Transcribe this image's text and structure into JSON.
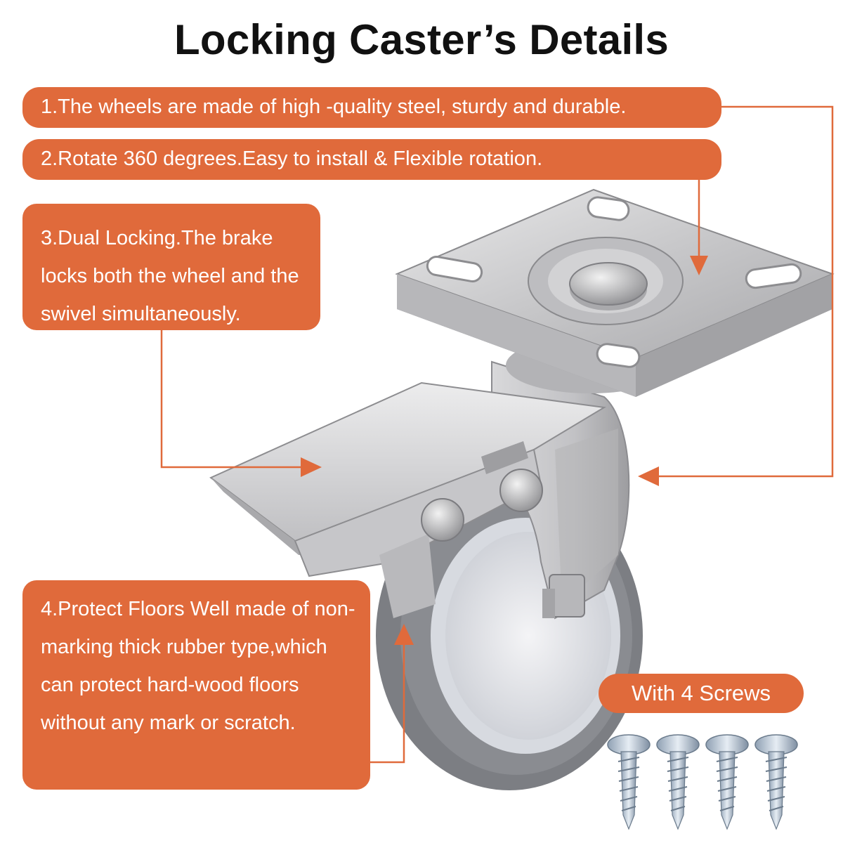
{
  "title": "Locking Caster’s Details",
  "features": [
    "1.The wheels are made of high -quality steel, sturdy and durable.",
    "2.Rotate 360 degrees.Easy to install & Flexible rotation.",
    "3.Dual Locking.The brake locks both the wheel and the swivel simultaneously.",
    "4.Protect Floors Well made of non-marking thick rubber type,which can protect hard-wood floors without any mark or scratch."
  ],
  "screws_label": "With 4 Screws",
  "colors": {
    "accent": "#e06a3b",
    "text": "#111111",
    "steel": "#c9c9cb",
    "rubber": "#7c7e83"
  },
  "icons": [
    "caster-wheel-illustration",
    "screw-icon"
  ]
}
